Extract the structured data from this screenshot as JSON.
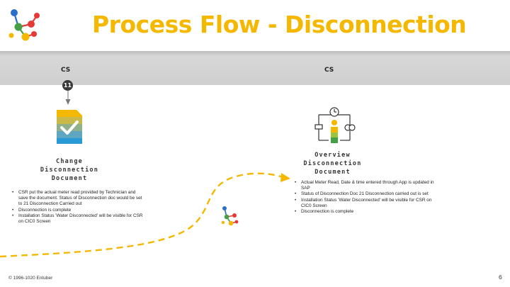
{
  "header": {
    "title": "Process Flow - Disconnection"
  },
  "lanes": [
    {
      "label": "CS"
    },
    {
      "label": "CS"
    }
  ],
  "steps": [
    {
      "badge": "11",
      "icon": "document-check-icon",
      "title_lines": [
        "Change",
        "Disconnection",
        "Document"
      ],
      "bullets": [
        "CSR put the actual meter read provided by Technician and save the document. Status of Disconnection doc would be set to 21 Disconnection Carried out",
        "Disconnection is complete",
        "Installation Status 'Water Disconnected' will be visible for CSR on CIC0 Screen"
      ]
    },
    {
      "icon": "meter-overview-icon",
      "title_lines": [
        "Overview",
        "Disconnection",
        "Document"
      ],
      "bullets": [
        "Actual Meter Read, Date & time entered through App is updated in SAP",
        "Status of Disconnection Doc 21 Disconnection carried out is set",
        "Installation Status 'Water Disconnected' will be visible for CSR on CIC0 Screen",
        "Disconnection is complete"
      ]
    }
  ],
  "footer": {
    "copyright": "© 1996-1020 Entuber",
    "page_number": "6"
  },
  "colors": {
    "title": "#f5b800",
    "flow_arrow": "#f5b800",
    "band": "#d4d4d4"
  }
}
